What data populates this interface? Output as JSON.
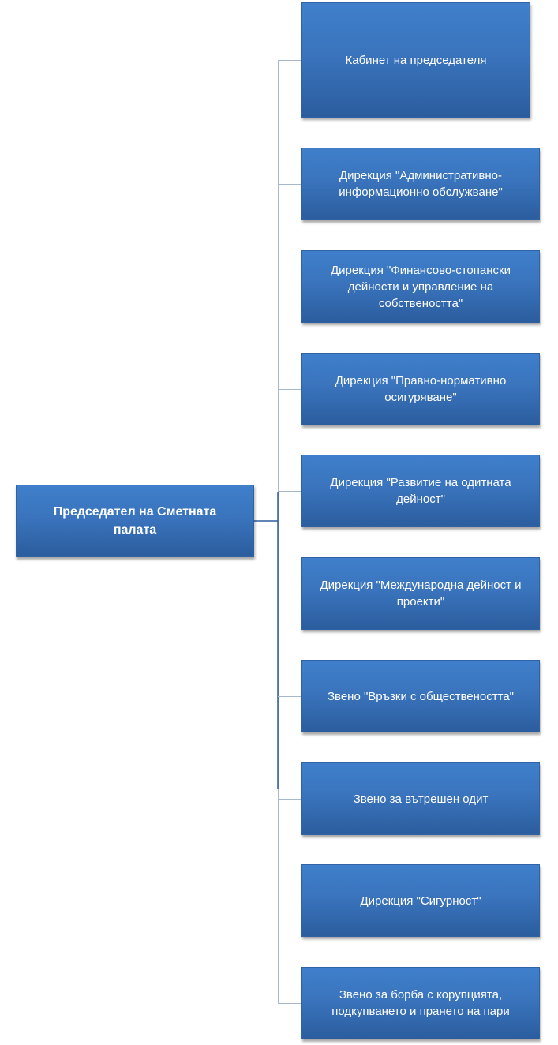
{
  "chart": {
    "root": {
      "label": "Председател на Сметната палата"
    },
    "children": [
      {
        "label": "Кабинет на председателя"
      },
      {
        "label": "Дирекция \"Административно-информационно обслужване\""
      },
      {
        "label": "Дирекция \"Финансово-стопански дейности и управление на собствеността\""
      },
      {
        "label": "Дирекция \"Правно-нормативно осигуряване\""
      },
      {
        "label": "Дирекция \"Развитие на одитната дейност\""
      },
      {
        "label": "Дирекция \"Международна дейност и проекти\""
      },
      {
        "label": "Звено \"Връзки с обществеността\""
      },
      {
        "label": "Звено за вътрешен одит"
      },
      {
        "label": "Дирекция \"Сигурност\""
      },
      {
        "label": "Звено за борба с корупцията, подкупването и прането на пари"
      }
    ]
  },
  "colors": {
    "box_top": "#3f7fcb",
    "box_bottom": "#2b5d9e",
    "connector_spine": "#2b5d9e",
    "connector_branch": "#a8b8cc",
    "text": "#ffffff"
  }
}
